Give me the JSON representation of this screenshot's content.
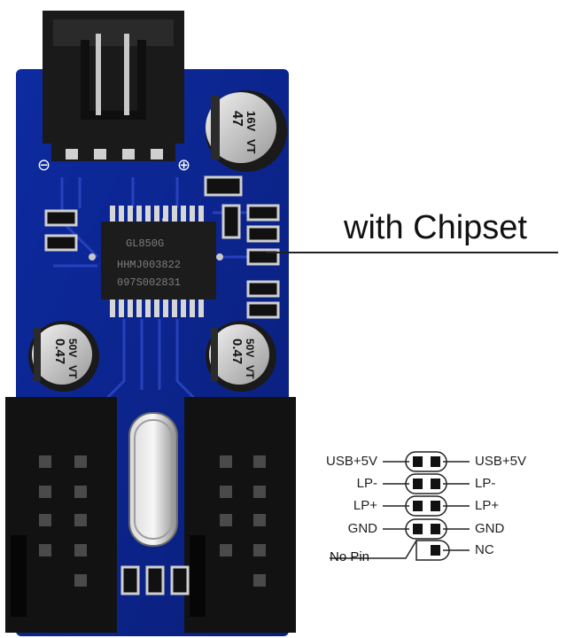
{
  "callout": {
    "text": "with Chipset"
  },
  "board": {
    "chip_marking": [
      "GL850G",
      "HHMJ003822",
      "097S002831"
    ],
    "capacitors": [
      {
        "value": "47",
        "voltage": "16V",
        "series": "VT"
      },
      {
        "value": "0.47",
        "voltage": "50V",
        "series": "VT"
      },
      {
        "value": "0.47",
        "voltage": "50V",
        "series": "VT"
      }
    ],
    "power_symbols": {
      "ground": "⊖",
      "positive": "⊕"
    }
  },
  "pinout": {
    "rows": [
      {
        "left": "USB+5V",
        "right": "USB+5V"
      },
      {
        "left": "LP-",
        "right": "LP-"
      },
      {
        "left": "LP+",
        "right": "LP+"
      },
      {
        "left": "GND",
        "right": "GND"
      }
    ],
    "no_pin_label": "No Pin",
    "nc_label": "NC"
  }
}
